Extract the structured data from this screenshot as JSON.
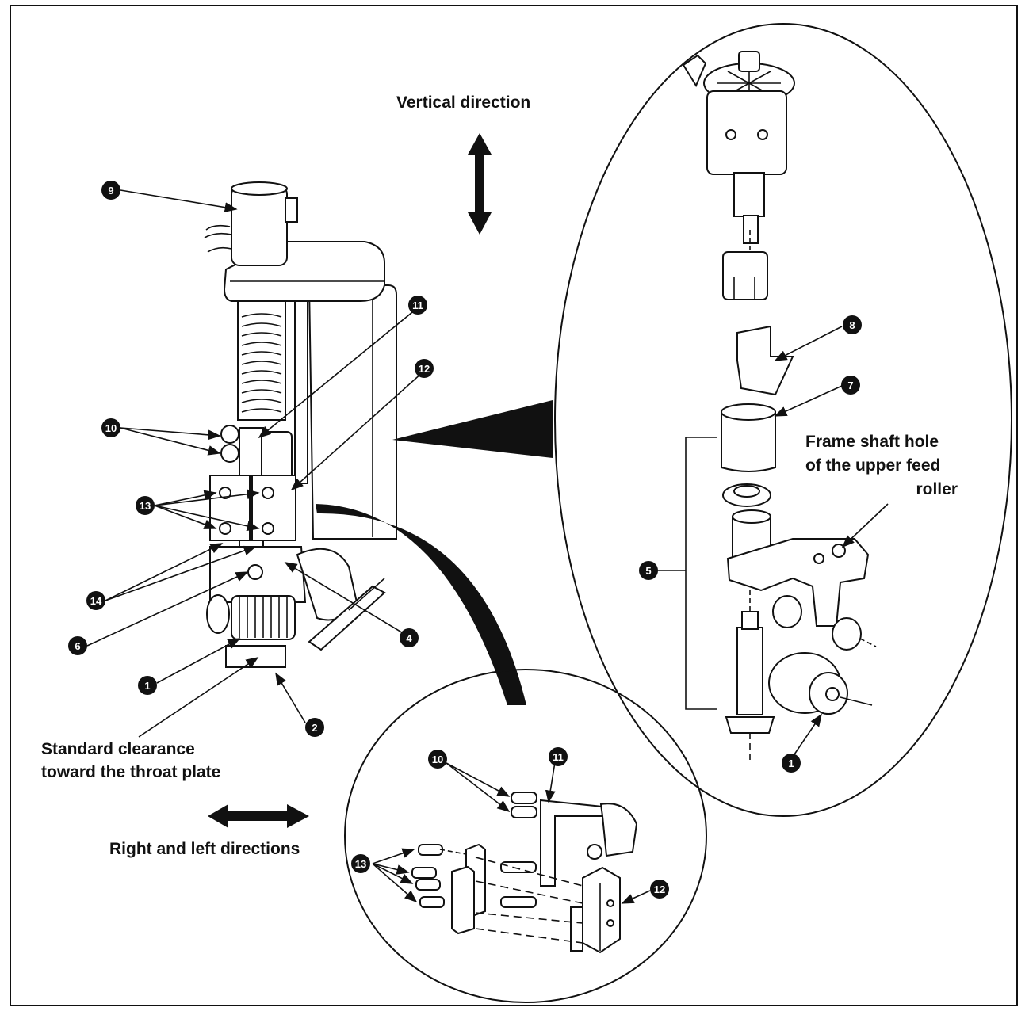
{
  "labels": {
    "vertical_direction": "Vertical direction",
    "frame_shaft_line1": "Frame shaft hole",
    "frame_shaft_line2": "of the upper feed",
    "frame_shaft_line3": "roller",
    "standard_clearance_line1": "Standard clearance",
    "standard_clearance_line2": "toward the throat plate",
    "right_left_directions": "Right and left directions"
  },
  "callouts": {
    "c1": "1",
    "c2": "2",
    "c4": "4",
    "c5": "5",
    "c6": "6",
    "c7": "7",
    "c8": "8",
    "c9": "9",
    "c10": "10",
    "c11": "11",
    "c12": "12",
    "c13": "13",
    "c14": "14"
  },
  "colors": {
    "ink": "#111111",
    "paper": "#ffffff"
  }
}
